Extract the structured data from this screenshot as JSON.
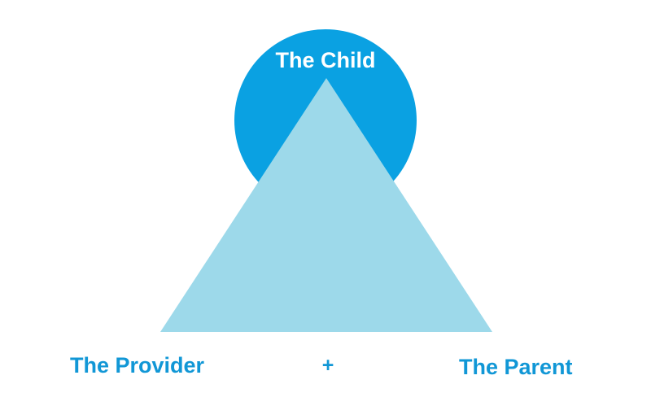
{
  "diagram": {
    "top_label": "The Child",
    "left_label": "The Provider",
    "operator": "+",
    "right_label": "The Parent"
  },
  "colors": {
    "circle": "#0aa1e2",
    "triangle": "#9dd9ea",
    "top_label": "#ffffff",
    "bottom_labels": "#1197d6",
    "background": "#ffffff"
  }
}
